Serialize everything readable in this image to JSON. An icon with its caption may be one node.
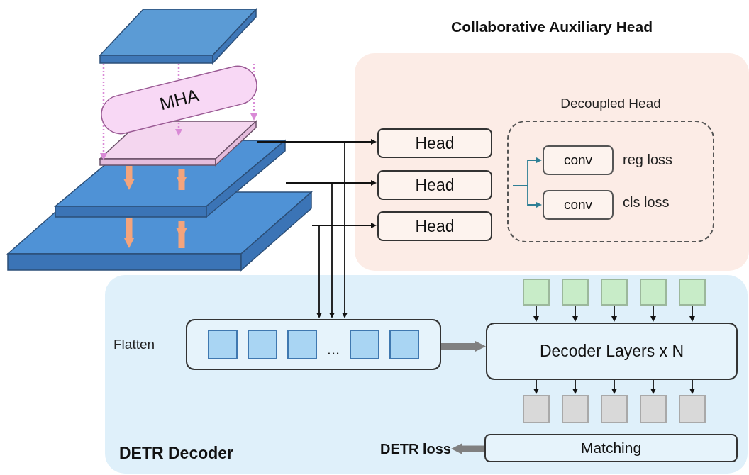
{
  "diagram": {
    "nodes": [
      {
        "text": [],
        "shape": "box"
      },
      {
        "text": [
          "MHA"
        ]
      },
      {
        "text": [],
        "shape": "box"
      },
      {
        "text": [],
        "shape": "box"
      },
      {
        "text": [],
        "shape": "box"
      },
      {
        "text": [
          "Collaborative Auxiliary Head"
        ]
      },
      {
        "text": [
          "Head"
        ],
        "in": 5
      },
      {
        "text": [
          "Head"
        ],
        "in": 5
      },
      {
        "text": [
          "Head"
        ],
        "in": 5
      },
      {
        "text": [
          "Decoupled Head"
        ],
        "in": 5
      },
      {
        "text": [
          "conv"
        ],
        "in": 9,
        "beside": [
          "reg loss"
        ]
      },
      {
        "text": [
          "conv"
        ],
        "in": 9,
        "beside": [
          "cls loss"
        ]
      },
      {
        "text": [
          "DETR Decoder"
        ]
      },
      {
        "text": [],
        "shape": "box",
        "in": 12,
        "beside": [
          "Flatten"
        ]
      },
      {
        "text": [],
        "shape": "box",
        "in": 12
      },
      {
        "text": [],
        "shape": "box",
        "in": 12
      },
      {
        "text": [],
        "shape": "box",
        "in": 12
      },
      {
        "text": [],
        "shape": "box",
        "in": 12
      },
      {
        "text": [],
        "shape": "box",
        "in": 12
      },
      {
        "text": [
          "Decoder Layers x N"
        ],
        "in": 12
      },
      {
        "text": [],
        "shape": "box",
        "in": 12
      },
      {
        "text": [],
        "shape": "box",
        "in": 12
      },
      {
        "text": [],
        "shape": "box",
        "in": 12
      },
      {
        "text": [],
        "shape": "box",
        "in": 12
      },
      {
        "text": [],
        "shape": "box",
        "in": 12
      },
      {
        "text": [
          "Matching"
        ],
        "in": 12
      },
      {
        "text": [
          "DETR loss"
        ],
        "in": 12
      }
    ],
    "edges": [
      {
        "from": 0,
        "to": 1,
        "arrow": "none",
        "style": "dashed",
        "color": "#d98ad6"
      },
      {
        "from": 1,
        "to": 2,
        "arrow": "to",
        "style": "dashed",
        "color": "#d98ad6"
      },
      {
        "from": 0,
        "to": 1,
        "arrow": "none",
        "style": "dashed",
        "color": "#d98ad6"
      },
      {
        "from": 1,
        "to": 2,
        "arrow": "to",
        "style": "dashed",
        "color": "#d98ad6"
      },
      {
        "from": 0,
        "to": 1,
        "arrow": "none",
        "style": "dashed",
        "color": "#d98ad6"
      },
      {
        "from": 1,
        "to": 2,
        "arrow": "to",
        "style": "dashed",
        "color": "#d98ad6"
      },
      {
        "from": 2,
        "to": 3,
        "arrow": "to",
        "style": "thick",
        "color": "#f4a47c"
      },
      {
        "from": 3,
        "to": 2,
        "arrow": "to",
        "style": "thick",
        "color": "#f4a47c"
      },
      {
        "from": 3,
        "to": 4,
        "arrow": "to",
        "style": "thick",
        "color": "#f4a47c"
      },
      {
        "from": 4,
        "to": 3,
        "arrow": "to",
        "style": "thick",
        "color": "#f4a47c"
      },
      {
        "from": 2,
        "to": 6,
        "arrow": "to"
      },
      {
        "from": 3,
        "to": 7,
        "arrow": "to"
      },
      {
        "from": 4,
        "to": 8,
        "arrow": "to"
      },
      {
        "from": 2,
        "to": 13,
        "arrow": "to"
      },
      {
        "from": 3,
        "to": 13,
        "arrow": "to"
      },
      {
        "from": 4,
        "to": 13,
        "arrow": "to"
      },
      {
        "from": 9,
        "to": 10,
        "arrow": "to",
        "color": "#2f7f95"
      },
      {
        "from": 9,
        "to": 11,
        "arrow": "to",
        "color": "#2f7f95"
      },
      {
        "from": 13,
        "to": 19,
        "arrow": "to",
        "style": "thick",
        "color": "#808080"
      },
      {
        "from": 14,
        "to": 19,
        "arrow": "to"
      },
      {
        "from": 15,
        "to": 19,
        "arrow": "to"
      },
      {
        "from": 16,
        "to": 19,
        "arrow": "to"
      },
      {
        "from": 17,
        "to": 19,
        "arrow": "to"
      },
      {
        "from": 18,
        "to": 19,
        "arrow": "to"
      },
      {
        "from": 19,
        "to": 20,
        "arrow": "to"
      },
      {
        "from": 19,
        "to": 21,
        "arrow": "to"
      },
      {
        "from": 19,
        "to": 22,
        "arrow": "to"
      },
      {
        "from": 19,
        "to": 23,
        "arrow": "to"
      },
      {
        "from": 19,
        "to": 24,
        "arrow": "to"
      },
      {
        "from": 25,
        "to": 26,
        "arrow": "to",
        "style": "thick",
        "color": "#808080"
      }
    ],
    "labels": [
      "..."
    ]
  }
}
